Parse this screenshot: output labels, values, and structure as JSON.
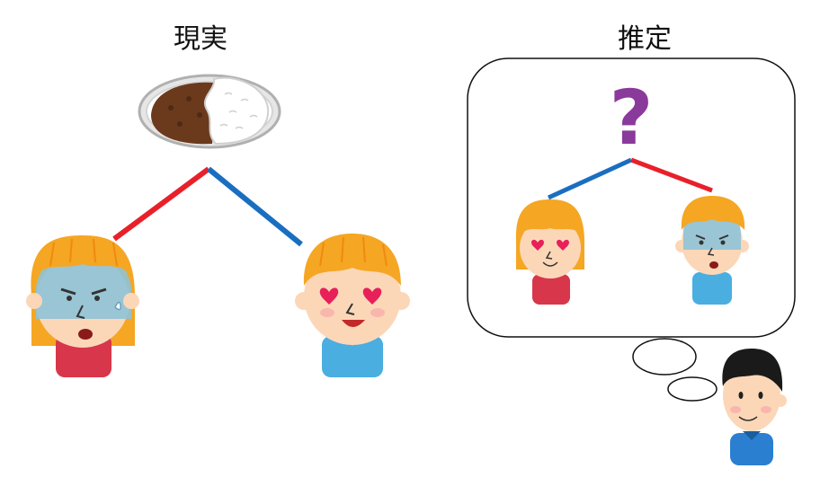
{
  "left_panel": {
    "title": "現実"
  },
  "right_panel": {
    "title": "推定",
    "thought_symbol": "?"
  },
  "items": {
    "food": "curry-rice",
    "child_a": "girl-dislikes",
    "child_b": "boy-likes",
    "thinker": "man-thinking"
  },
  "colors": {
    "red_line": "#e8202a",
    "blue_line": "#1a6ec0",
    "question_mark": "#8a3a9a"
  }
}
